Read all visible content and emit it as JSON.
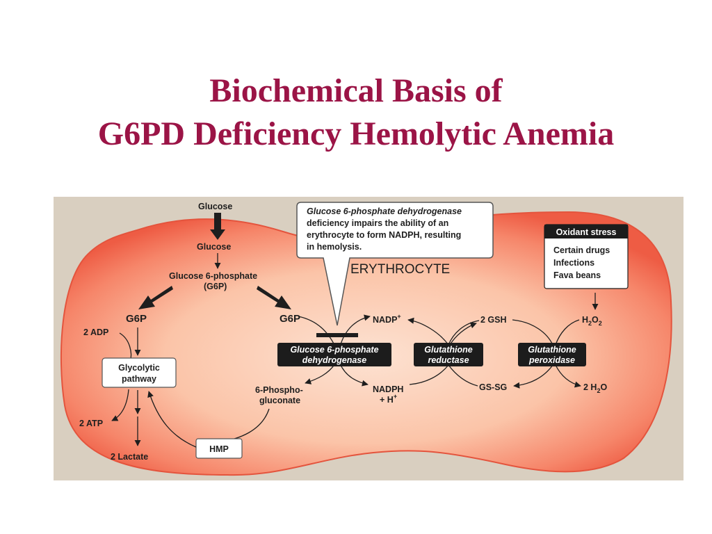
{
  "title": {
    "line1": "Biochemical Basis of",
    "line2": "G6PD Deficiency Hemolytic Anemia"
  },
  "diagram": {
    "cell_label": "ERYTHROCYTE",
    "glucose_outside": "Glucose",
    "glucose_inside": "Glucose",
    "g6p_center_line1": "Glucose 6-phosphate",
    "g6p_center_line2": "(G6P)",
    "g6p_left": "G6P",
    "g6p_right": "G6P",
    "adp": "2 ADP",
    "atp": "2 ATP",
    "lactate": "2 Lactate",
    "glycolytic_line1": "Glycolytic",
    "glycolytic_line2": "pathway",
    "hmp": "HMP",
    "phosphogluconate_line1": "6-Phospho-",
    "phosphogluconate_line2": "gluconate",
    "nadp": "NADP",
    "nadp_sup": "+",
    "nadph": "NADPH",
    "h_plus": "+ H",
    "h_plus_sup": "+",
    "gsh": "2 GSH",
    "gssg": "GS-SG",
    "h2o2": "H",
    "h2o2_sub1": "2",
    "h2o2_mid": "O",
    "h2o2_sub2": "2",
    "h2o": "2 H",
    "h2o_sub": "2",
    "h2o_end": "O",
    "enzyme_g6pd_line1": "Glucose 6-phosphate",
    "enzyme_g6pd_line2": "dehydrogenase",
    "enzyme_gr_line1": "Glutathione",
    "enzyme_gr_line2": "reductase",
    "enzyme_gp_line1": "Glutathione",
    "enzyme_gp_line2": "peroxidase",
    "callout_line1": "Glucose 6-phosphate dehydrogenase",
    "callout_line2": "deficiency impairs the ability of an",
    "callout_line3": "erythrocyte to form NADPH, resulting",
    "callout_line4": "in hemolysis.",
    "oxidant_header": "Oxidant stress",
    "oxidant_items": [
      "Certain drugs",
      "Infections",
      "Fava beans"
    ]
  },
  "colors": {
    "title": "#9b1446",
    "background": "#d9cfc0",
    "cell_edge": "#ef5f45",
    "cell_center": "#fcd8c4",
    "enzyme_box": "#1c1c1c"
  },
  "icons": {
    "pathway_arrow": "arrow",
    "inhibition_bar": "block-bar"
  }
}
